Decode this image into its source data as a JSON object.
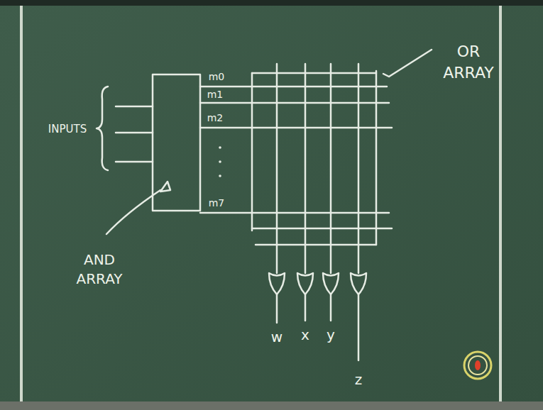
{
  "diagram": {
    "labels": [
      "INPUTS",
      "AND ARRAY",
      "m0",
      "m1",
      "m2",
      "m7",
      "OR ARRAY",
      "w",
      "x",
      "y",
      "z"
    ]
  }
}
